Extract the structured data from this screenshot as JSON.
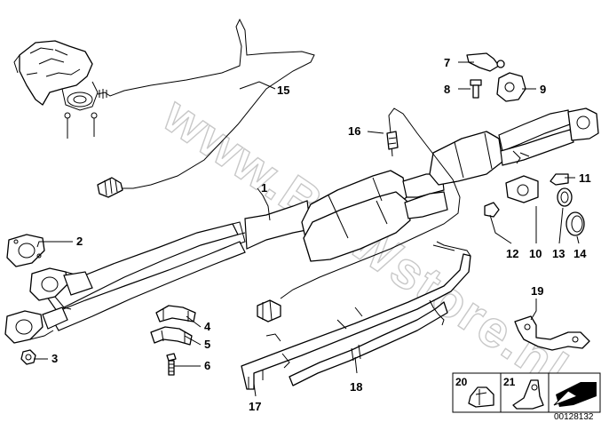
{
  "diagram": {
    "watermark": "www.BMWstore.nl",
    "image_code": "00128132",
    "callouts": [
      "1",
      "2",
      "3",
      "4",
      "5",
      "6",
      "7",
      "8",
      "9",
      "10",
      "11",
      "12",
      "13",
      "14",
      "15",
      "16",
      "17",
      "18",
      "19"
    ],
    "inset_callouts": [
      "20",
      "21"
    ]
  }
}
